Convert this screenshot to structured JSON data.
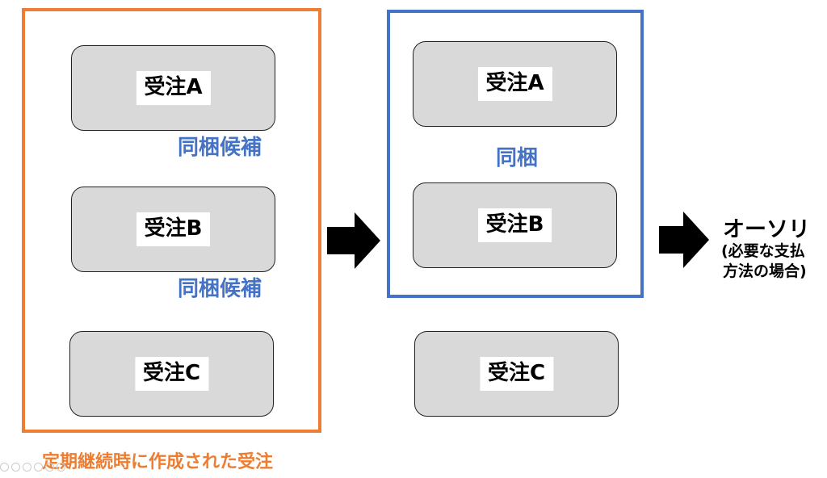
{
  "orders": {
    "a": "受注A",
    "b": "受注B",
    "c": "受注C"
  },
  "labels": {
    "candidate": "同梱候補",
    "bundled": "同梱",
    "group_caption": "定期継続時に作成された受注",
    "result_title": "オーソリ",
    "result_note_line1": "(必要な支払",
    "result_note_line2": "方法の場合)"
  },
  "colors": {
    "orange": "#ED7D31",
    "blue": "#4472C4",
    "box_fill": "#D9D9D9"
  },
  "icons": [
    "right-arrow-icon",
    "right-arrow-icon"
  ]
}
